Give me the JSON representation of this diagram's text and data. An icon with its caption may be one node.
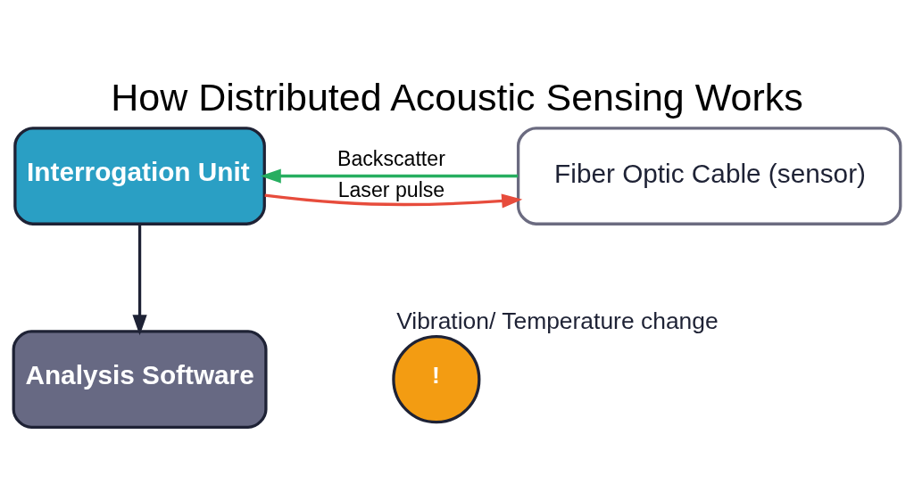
{
  "diagram": {
    "title": "How Distributed Acoustic Sensing Works",
    "nodes": [
      {
        "text": [
          "Interrogation Unit"
        ]
      },
      {
        "text": [
          "Fiber Optic Cable (sensor)"
        ]
      },
      {
        "text": [
          "Analysis Software"
        ]
      },
      {
        "text": [
          "!"
        ],
        "beside": [
          "Vibration/ Temperature change"
        ]
      }
    ],
    "edges": [
      {
        "from": 0,
        "to": 1,
        "arrow": "to",
        "label": "Laser pulse",
        "color": "#e74c3c"
      },
      {
        "from": 1,
        "to": 0,
        "arrow": "to",
        "label": "Backscatter",
        "color": "#27ae60"
      },
      {
        "from": 0,
        "to": 2,
        "arrow": "to",
        "color": "#1e2235"
      }
    ]
  }
}
